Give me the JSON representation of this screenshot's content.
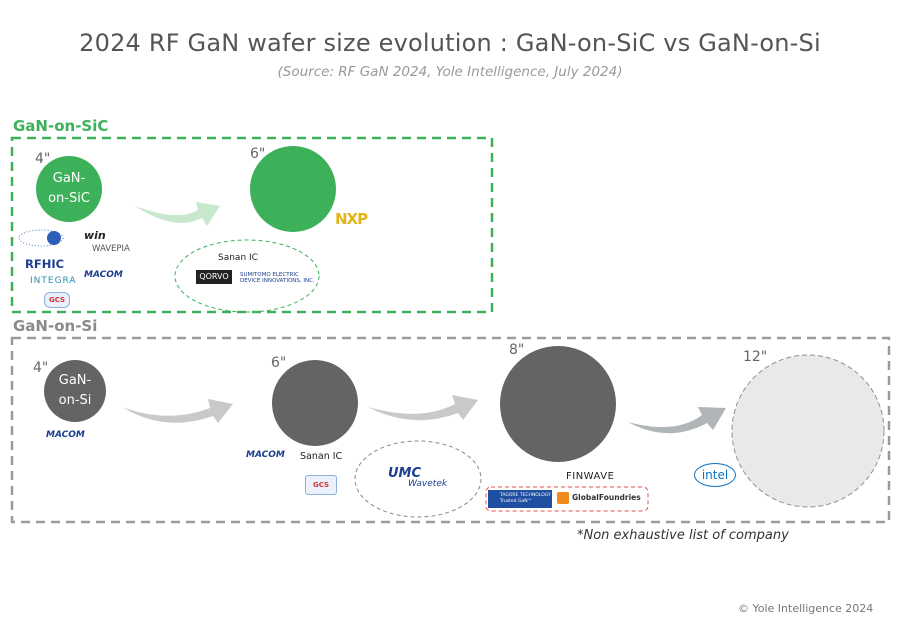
{
  "title": "2024 RF GaN wafer size evolution : GaN-on-SiC vs GaN-on-Si",
  "source": "(Source: RF GaN 2024, Yole Intelligence, July 2024)",
  "colors": {
    "sic_green": "#3cb15a",
    "si_gray": "#646464",
    "dashed_gray": "#9a9a9a",
    "future_gray": "#e9e9ea"
  },
  "sic": {
    "label": "GaN-on-SiC",
    "stages": [
      {
        "size": "4\"",
        "circle_text": [
          "GaN-",
          "on-SiC"
        ]
      },
      {
        "size": "6\""
      }
    ],
    "logos_4in": [
      "win",
      "WAVEPIA",
      "RFHIC",
      "MACOM",
      "INTEGRA",
      "GCS"
    ],
    "logos_6in": [
      "NXP"
    ],
    "logos_6in_cluster": [
      "Sanan IC",
      "QORVO",
      "SUMITOMO ELECTRIC",
      "DEVICE INNOVATIONS, INC."
    ]
  },
  "si": {
    "label": "GaN-on-Si",
    "stages": [
      {
        "size": "4\"",
        "circle_text": [
          "GaN-",
          "on-Si"
        ]
      },
      {
        "size": "6\""
      },
      {
        "size": "8\""
      },
      {
        "size": "12\""
      }
    ],
    "logos_4in": [
      "MACOM"
    ],
    "logos_6in": [
      "MACOM",
      "Sanan IC",
      "GCS"
    ],
    "logos_6in_cluster": [
      "UMC",
      "Wavetek"
    ],
    "logos_8in": [
      "FINWAVE"
    ],
    "logos_8in_cluster": [
      "TAGORE TECHNOLOGY",
      "Trusted GaN™",
      "GlobalFoundries"
    ],
    "logos_12in": [
      "intel"
    ]
  },
  "note": "*Non exhaustive list of company",
  "copyright": "© Yole Intelligence 2024"
}
